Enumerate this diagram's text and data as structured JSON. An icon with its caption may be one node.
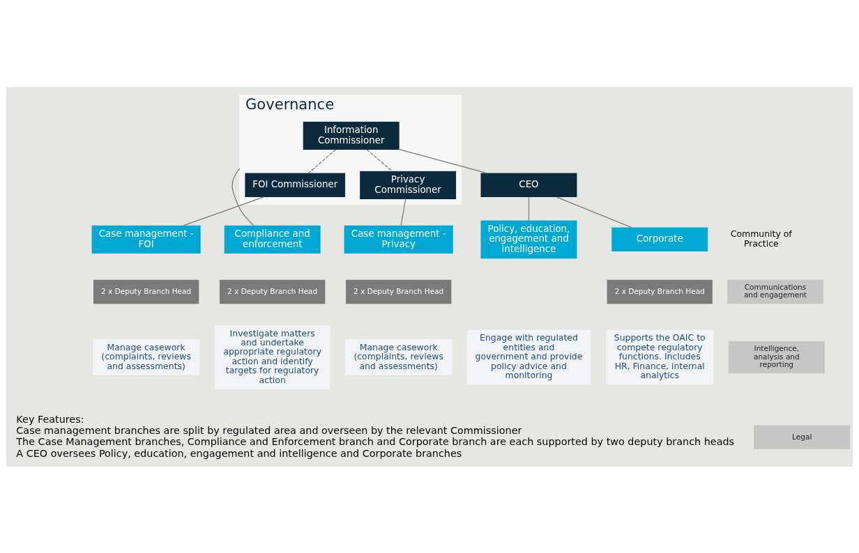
{
  "diagram": {
    "nodes": [
      {
        "text": [
          "Governance"
        ]
      },
      {
        "text": [
          "Information Commissioner"
        ],
        "in": 0
      },
      {
        "text": [
          "FOI Commissioner"
        ],
        "in": 0
      },
      {
        "text": [
          "Privacy Commissioner"
        ],
        "in": 0
      },
      {
        "text": [
          "CEO"
        ]
      },
      {
        "text": [
          "Case management - FOI"
        ]
      },
      {
        "text": [
          "Compliance and enforcement"
        ]
      },
      {
        "text": [
          "Case management - Privacy"
        ]
      },
      {
        "text": [
          "Policy, education, engagement and intelligence"
        ]
      },
      {
        "text": [
          "Corporate"
        ]
      },
      {
        "text": [
          "2 x Deputy Branch Head"
        ]
      },
      {
        "text": [
          "2 x Deputy Branch Head"
        ]
      },
      {
        "text": [
          "2 x Deputy Branch Head"
        ]
      },
      {
        "text": [
          "2 x Deputy Branch Head"
        ]
      },
      {
        "text": [
          "Manage casework (complaints, reviews and assessments)"
        ]
      },
      {
        "text": [
          "Investigate matters and undertake appropriate regulatory action and identify targets for regulatory action"
        ]
      },
      {
        "text": [
          "Manage casework (complaints, reviews and assessments)"
        ]
      },
      {
        "text": [
          "Engage with regulated entities and government and provide policy advice and monitoring"
        ]
      },
      {
        "text": [
          "Supports the OAIC to compete regulatory functions. Includes HR, Finance, internal analytics"
        ]
      },
      {
        "text": [
          "Communications and engagement"
        ]
      },
      {
        "text": [
          "Intelligence, analysis and reporting"
        ]
      },
      {
        "text": [
          "Legal"
        ]
      }
    ],
    "edges": [
      {
        "from": 1,
        "to": 2,
        "arrow": "none",
        "style": "dashed"
      },
      {
        "from": 1,
        "to": 3,
        "arrow": "none",
        "style": "dashed"
      },
      {
        "from": 1,
        "to": 4,
        "arrow": "none"
      },
      {
        "from": 2,
        "to": 5,
        "arrow": "none"
      },
      {
        "from": 0,
        "to": 6,
        "arrow": "none"
      },
      {
        "from": 3,
        "to": 7,
        "arrow": "none"
      },
      {
        "from": 4,
        "to": 8,
        "arrow": "none"
      },
      {
        "from": 4,
        "to": 9,
        "arrow": "none"
      }
    ],
    "labels": [
      "Community of Practice",
      "Key Features:",
      "Case management branches are split by regulated area and overseen by the relevant Commissioner",
      "The Case Management branches, Compliance and Enforcement branch and Corporate branch are each supported by two deputy branch heads",
      "A CEO oversees Policy, education, engagement and intelligence and Corporate branches"
    ]
  }
}
